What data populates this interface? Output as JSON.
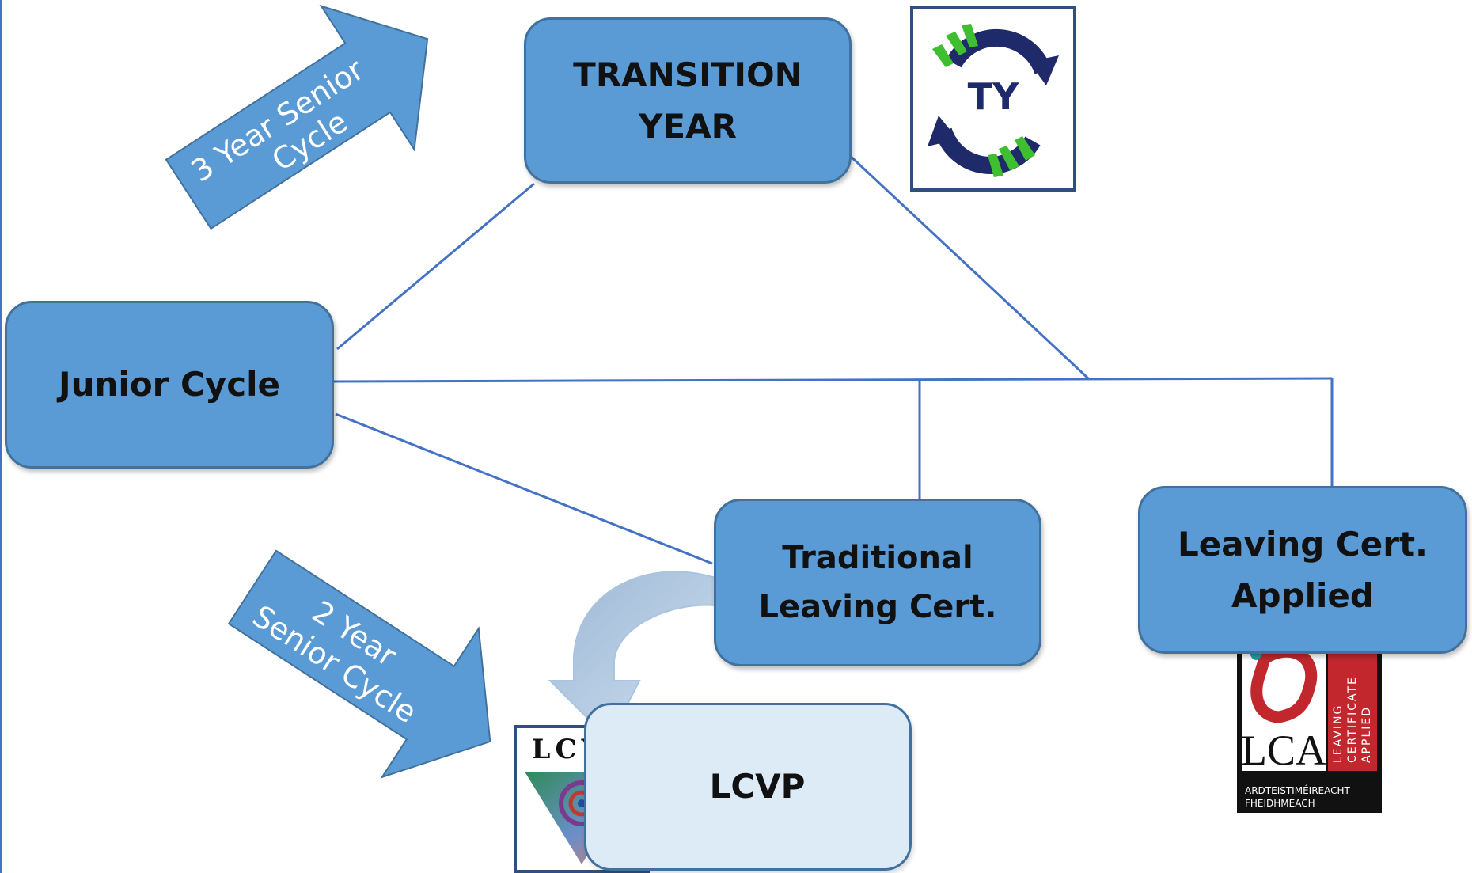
{
  "nodes": {
    "transition_year": {
      "line1": "TRANSITION",
      "line2": "YEAR"
    },
    "junior_cycle": {
      "label": "Junior Cycle"
    },
    "traditional_lc": {
      "line1": "Traditional",
      "line2": "Leaving Cert."
    },
    "lc_applied": {
      "line1": "Leaving Cert.",
      "line2": "Applied"
    },
    "lcvp": {
      "label": "LCVP"
    }
  },
  "arrows": {
    "three_year": {
      "line1": "3 Year Senior",
      "line2": "Cycle"
    },
    "two_year": {
      "line1": "2 Year",
      "line2": "Senior Cycle"
    }
  },
  "logos": {
    "ty": {
      "text": "TY",
      "icon": "ty-cycle-logo"
    },
    "lcvp": {
      "text": "LCVP",
      "icon": "lcvp-spiral-logo"
    },
    "lca": {
      "letters": "LCA",
      "side_line1": "LEAVING",
      "side_line2": "CERTIFICATE",
      "side_line3": "APPLIED",
      "bottom_line1": "ARDTEISTIMÉIREACHT",
      "bottom_line2": "FHEIDHMEACH",
      "icon": "lca-logo"
    }
  },
  "colors": {
    "box_fill": "#5b9bd5",
    "box_border": "#41719c",
    "light_box_fill": "#ddebf7",
    "connector": "#4472c4",
    "arrow_fill": "#5b9bd5"
  }
}
